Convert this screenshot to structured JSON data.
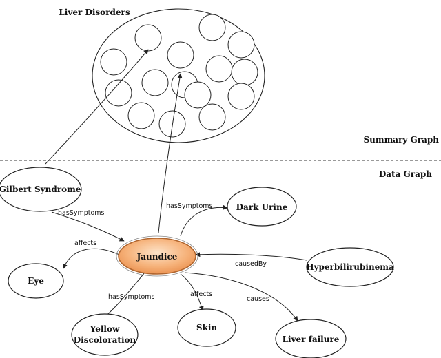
{
  "regions": {
    "summary": "Summary Graph",
    "data": "Data Graph"
  },
  "cluster": {
    "label": "Liver Disorders",
    "member_count": 15
  },
  "nodes": [
    {
      "id": "gilbert",
      "lines": [
        "Gilbert Syndrome"
      ]
    },
    {
      "id": "jaundice",
      "lines": [
        "Jaundice"
      ],
      "highlight": true
    },
    {
      "id": "dark-urine",
      "lines": [
        "Dark Urine"
      ]
    },
    {
      "id": "hyperbilirubinema",
      "lines": [
        "Hyperbilirubinema"
      ]
    },
    {
      "id": "eye",
      "lines": [
        "Eye"
      ]
    },
    {
      "id": "yellow-discoloration",
      "lines": [
        "Yellow",
        "Discoloration"
      ]
    },
    {
      "id": "skin",
      "lines": [
        "Skin"
      ]
    },
    {
      "id": "liver-failure",
      "lines": [
        "Liver failure"
      ]
    }
  ],
  "edges": [
    {
      "from": "gilbert",
      "to": "liver-disorders-member",
      "label": ""
    },
    {
      "from": "jaundice",
      "to": "liver-disorders-member",
      "label": ""
    },
    {
      "from": "gilbert",
      "to": "jaundice",
      "label": "hasSymptoms"
    },
    {
      "from": "jaundice",
      "to": "dark-urine",
      "label": "hasSymptoms"
    },
    {
      "from": "hyperbilirubinema",
      "to": "jaundice",
      "label": "causedBy"
    },
    {
      "from": "jaundice",
      "to": "eye",
      "label": "affects"
    },
    {
      "from": "jaundice",
      "to": "yellow-discoloration",
      "label": "hasSymptoms"
    },
    {
      "from": "jaundice",
      "to": "skin",
      "label": "affects"
    },
    {
      "from": "jaundice",
      "to": "liver-failure",
      "label": "causes"
    }
  ],
  "colors": {
    "highlight_fill": "#f4a86e",
    "highlight_stroke": "#c8763a"
  }
}
